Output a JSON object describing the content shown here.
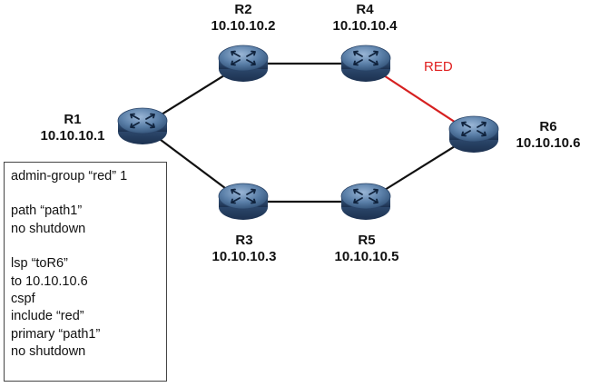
{
  "routers": [
    {
      "id": "R1",
      "name": "R1",
      "ip": "10.10.10.1"
    },
    {
      "id": "R2",
      "name": "R2",
      "ip": "10.10.10.2"
    },
    {
      "id": "R3",
      "name": "R3",
      "ip": "10.10.10.3"
    },
    {
      "id": "R4",
      "name": "R4",
      "ip": "10.10.10.4"
    },
    {
      "id": "R5",
      "name": "R5",
      "ip": "10.10.10.5"
    },
    {
      "id": "R6",
      "name": "R6",
      "ip": "10.10.10.6"
    }
  ],
  "links": [
    {
      "from": "R1",
      "to": "R2",
      "color": "#111111"
    },
    {
      "from": "R2",
      "to": "R4",
      "color": "#111111"
    },
    {
      "from": "R4",
      "to": "R6",
      "color": "#d62020",
      "label": "RED"
    },
    {
      "from": "R1",
      "to": "R3",
      "color": "#111111"
    },
    {
      "from": "R3",
      "to": "R5",
      "color": "#111111"
    },
    {
      "from": "R5",
      "to": "R6",
      "color": "#111111"
    }
  ],
  "router_icon": "router-icon",
  "colors": {
    "router_fill": "#4d7199",
    "router_dark": "#243a55",
    "link_red": "#d62020"
  },
  "config": {
    "admin_group": "admin-group “red” 1",
    "path": "path “path1”",
    "path_no_shutdown": "no shutdown",
    "lsp": "lsp “toR6”",
    "to": "to 10.10.10.6",
    "cspf": "cspf",
    "include": "include “red”",
    "primary": "primary “path1”",
    "lsp_no_shutdown": "no shutdown"
  }
}
